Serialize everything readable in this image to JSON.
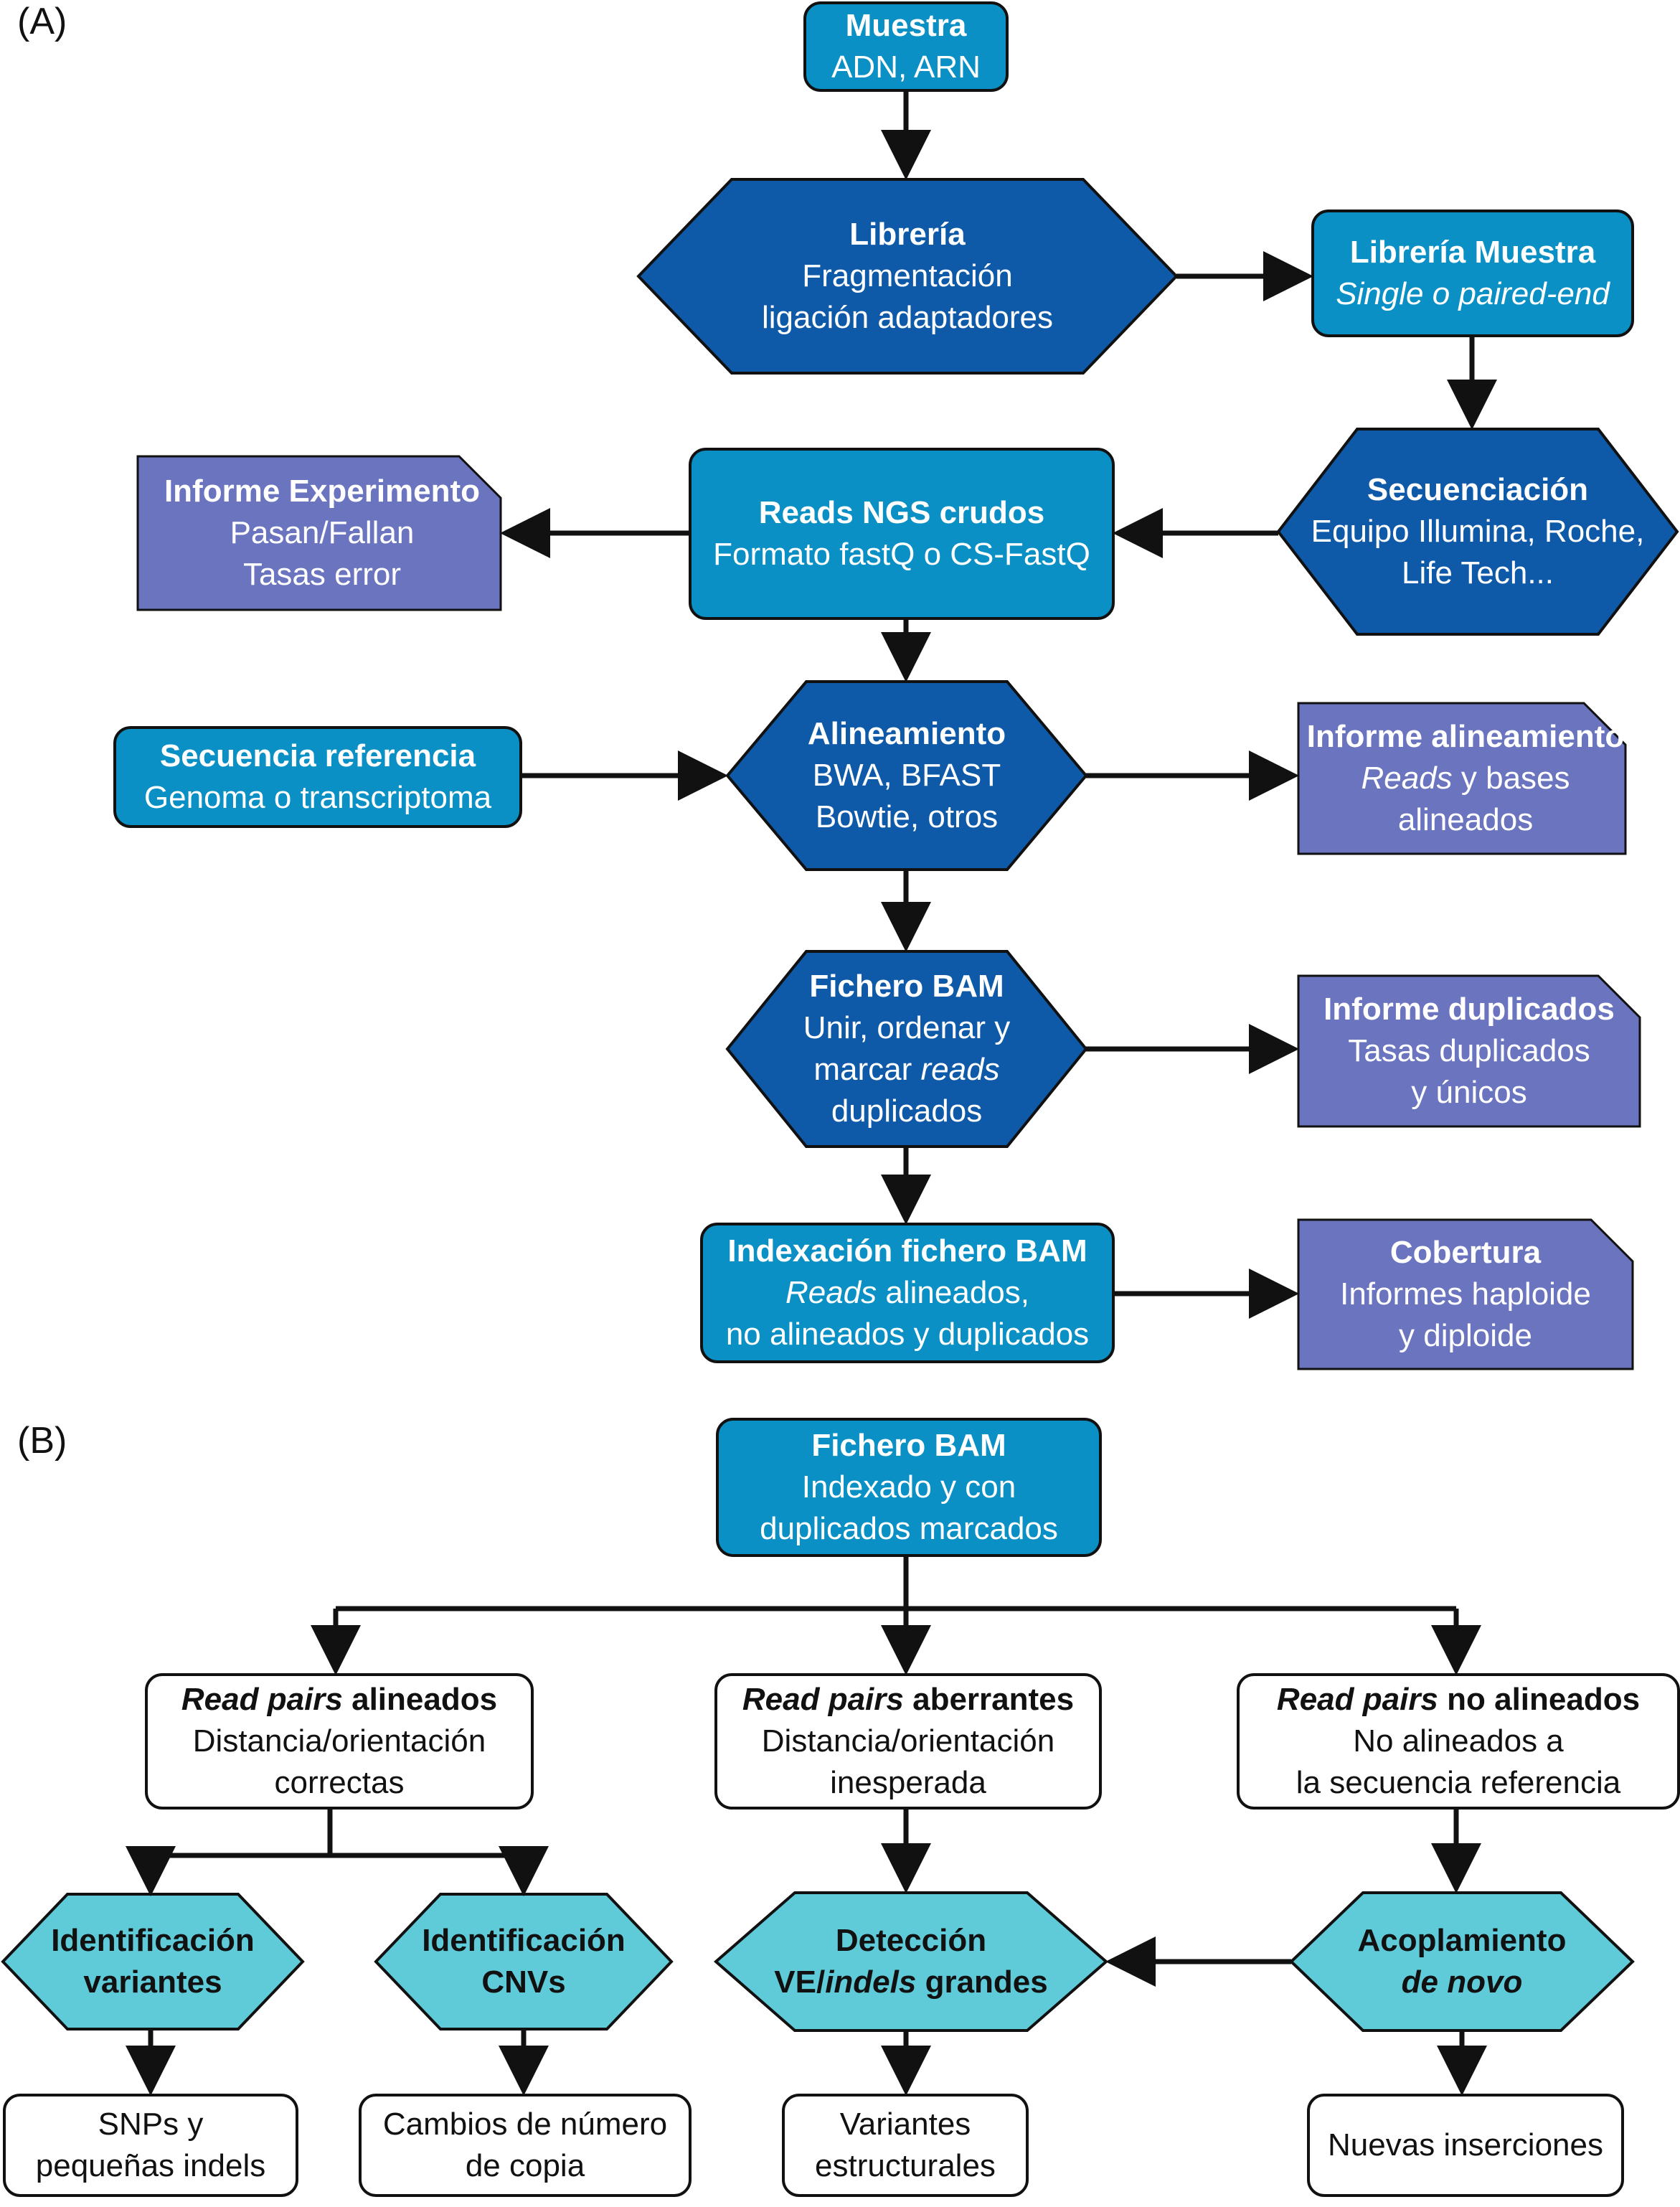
{
  "panels": {
    "a": "(A)",
    "b": "(B)"
  },
  "colors": {
    "rounded_teal": "#0a90c4",
    "hexagon_navy": "#0e5aa8",
    "report_purple": "#6a74bf",
    "hexagon_cyan": "#5fcad8",
    "outline_black": "#111111",
    "white_box": "#ffffff"
  },
  "nodes": {
    "muestra": {
      "title": "Muestra",
      "lines": [
        "ADN, ARN"
      ]
    },
    "libreria": {
      "title": "Librería",
      "lines": [
        "Fragmentación",
        "ligación adaptadores"
      ]
    },
    "libreria_muestra": {
      "title": "Librería Muestra",
      "lines": [
        "Single o paired-end"
      ]
    },
    "secuenciacion": {
      "title": "Secuenciación",
      "lines": [
        "Equipo Illumina, Roche,",
        "Life Tech..."
      ]
    },
    "reads_ngs": {
      "title": "Reads NGS crudos",
      "lines": [
        "Formato fastQ o CS-FastQ"
      ]
    },
    "informe_experimento": {
      "title": "Informe Experimento",
      "lines": [
        "Pasan/Fallan",
        "Tasas error"
      ]
    },
    "secuencia_referencia": {
      "title": "Secuencia referencia",
      "lines": [
        "Genoma o transcriptoma"
      ]
    },
    "alineamiento": {
      "title": "Alineamiento",
      "lines": [
        "BWA, BFAST",
        "Bowtie, otros"
      ]
    },
    "informe_alineamiento": {
      "title": "Informe alineamiento",
      "lines": [
        "Reads y bases",
        "alineados"
      ]
    },
    "fichero_bam": {
      "title": "Fichero BAM",
      "lines": [
        "Unir, ordenar y",
        "marcar reads",
        "duplicados"
      ]
    },
    "informe_duplicados": {
      "title": "Informe duplicados",
      "lines": [
        "Tasas duplicados",
        "y únicos"
      ]
    },
    "indexacion": {
      "title": "Indexación fichero BAM",
      "lines": [
        "Reads alineados,",
        "no alineados y duplicados"
      ]
    },
    "cobertura": {
      "title": "Cobertura",
      "lines": [
        "Informes haploide",
        "y diploide"
      ]
    },
    "fichero_bam_b": {
      "title": "Fichero BAM",
      "lines": [
        "Indexado y con",
        "duplicados marcados"
      ]
    },
    "rp_alineados": {
      "title": "Read pairs alineados",
      "lines": [
        "Distancia/orientación",
        "correctas"
      ]
    },
    "rp_aberrantes": {
      "title": "Read pairs aberrantes",
      "lines": [
        "Distancia/orientación",
        "inesperada"
      ]
    },
    "rp_no_alineados": {
      "title": "Read pairs no alineados",
      "lines": [
        "No alineados a",
        "la secuencia referencia"
      ]
    },
    "id_variantes": {
      "title": "",
      "lines": [
        "Identificación",
        "variantes"
      ]
    },
    "id_cnvs": {
      "title": "",
      "lines": [
        "Identificación",
        "CNVs"
      ]
    },
    "deteccion": {
      "title": "",
      "lines": [
        "Detección",
        "VE/indels grandes"
      ]
    },
    "acoplamiento": {
      "title": "",
      "lines": [
        "Acoplamiento",
        "de novo"
      ]
    },
    "snps": {
      "title": "",
      "lines": [
        "SNPs y",
        "pequeñas indels"
      ]
    },
    "cambios": {
      "title": "",
      "lines": [
        "Cambios de número",
        "de copia"
      ]
    },
    "variantes_estructurales": {
      "title": "",
      "lines": [
        "Variantes",
        "estructurales"
      ]
    },
    "nuevas_inserciones": {
      "title": "",
      "lines": [
        "Nuevas inserciones"
      ]
    }
  }
}
